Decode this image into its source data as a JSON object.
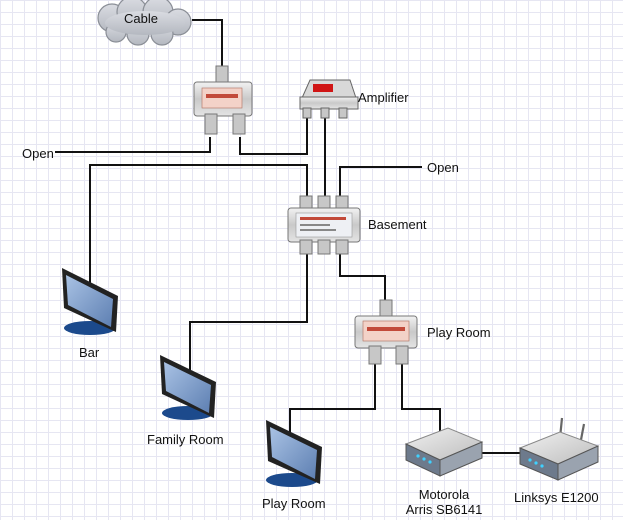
{
  "cloud": {
    "label": "Cable"
  },
  "amplifier": {
    "label": "Amplifier"
  },
  "basement": {
    "label": "Basement"
  },
  "playroom_splitter": {
    "label": "Play Room"
  },
  "open_left": {
    "label": "Open"
  },
  "open_right": {
    "label": "Open"
  },
  "tv_bar": {
    "label": "Bar"
  },
  "tv_family": {
    "label": "Family Room"
  },
  "tv_playroom": {
    "label": "Play Room"
  },
  "modem": {
    "label_line1": "Motorola",
    "label_line2": "Arris SB6141"
  },
  "router": {
    "label": "Linksys E1200"
  },
  "colors": {
    "wire": "#111111",
    "device_body": "#cfcfcf",
    "tv_screen": "#7d9fcf",
    "amp_red": "#d01515",
    "cloud_fill": "#c9ccd3"
  }
}
